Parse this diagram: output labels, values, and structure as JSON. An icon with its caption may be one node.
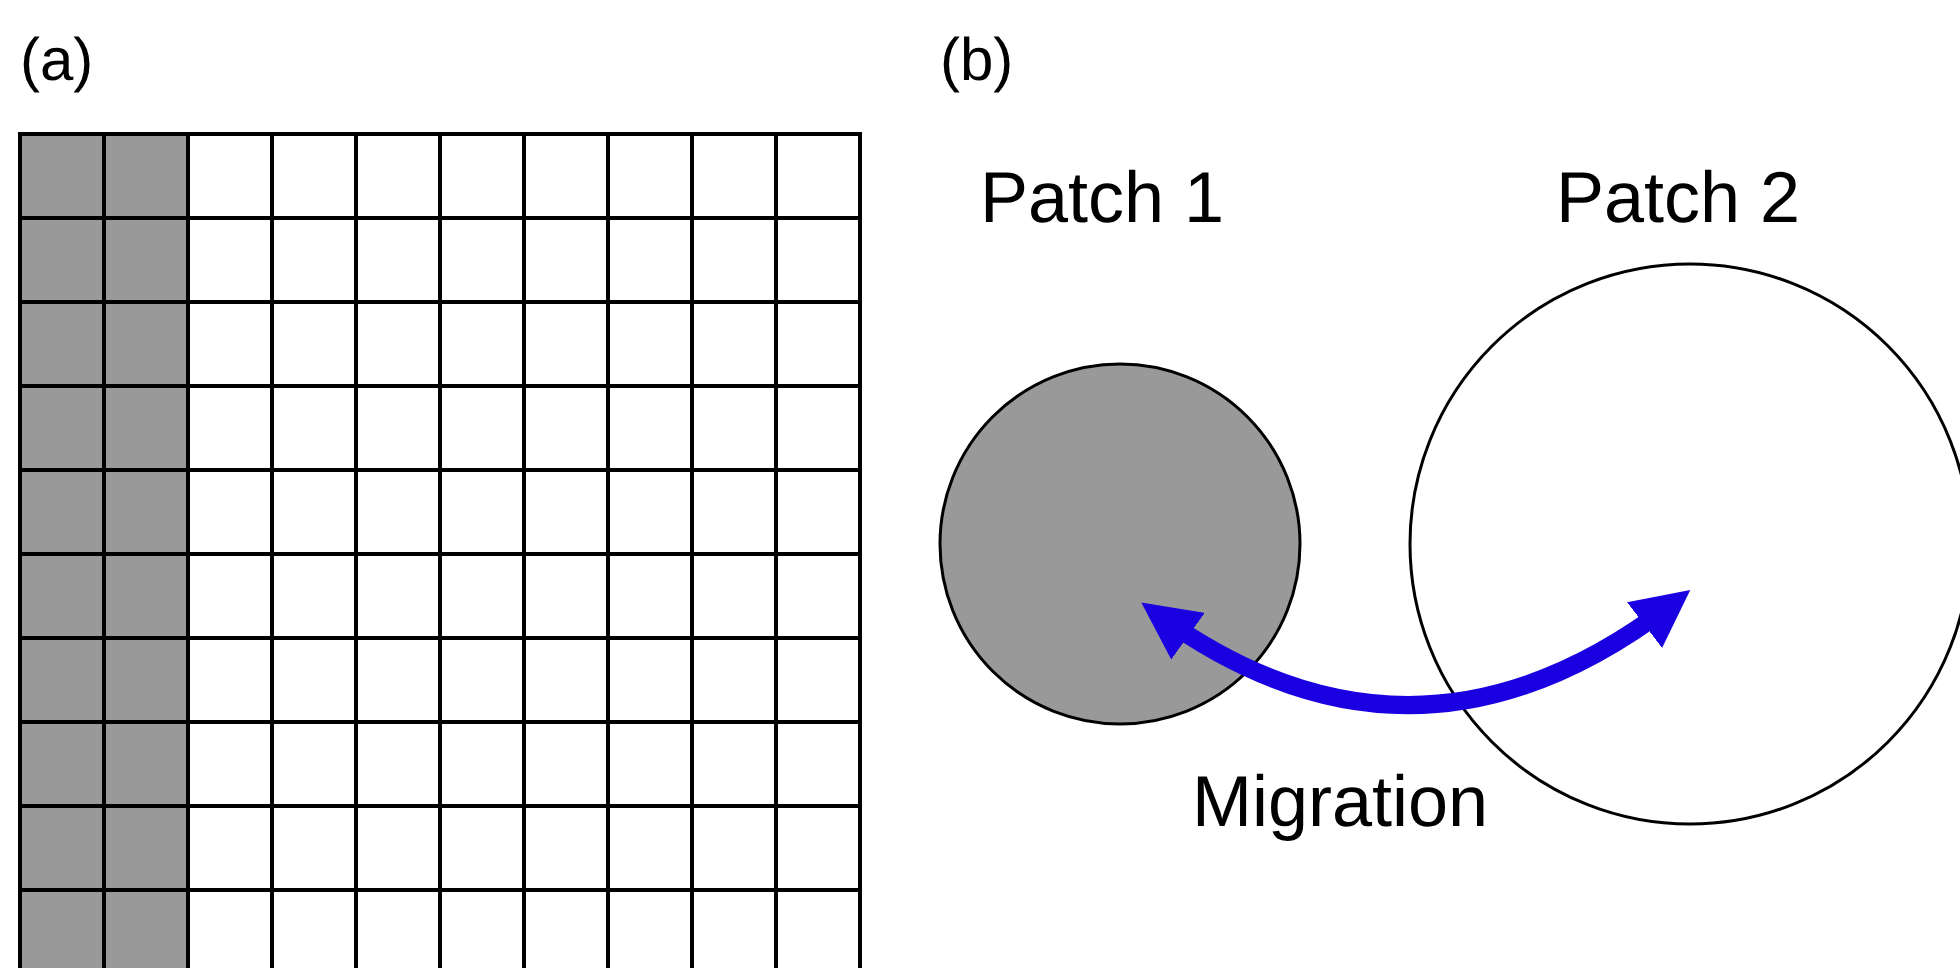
{
  "diagram": {
    "nodes": [
      {
        "text": [
          "Patch 1"
        ]
      },
      {
        "text": [
          "Patch 2"
        ]
      }
    ],
    "edges": [
      {
        "from": 0,
        "to": 1,
        "arrow": "both",
        "label": "Migration",
        "color": "#1a00e0"
      }
    ],
    "labels": [
      "(a)",
      "(b)"
    ]
  }
}
